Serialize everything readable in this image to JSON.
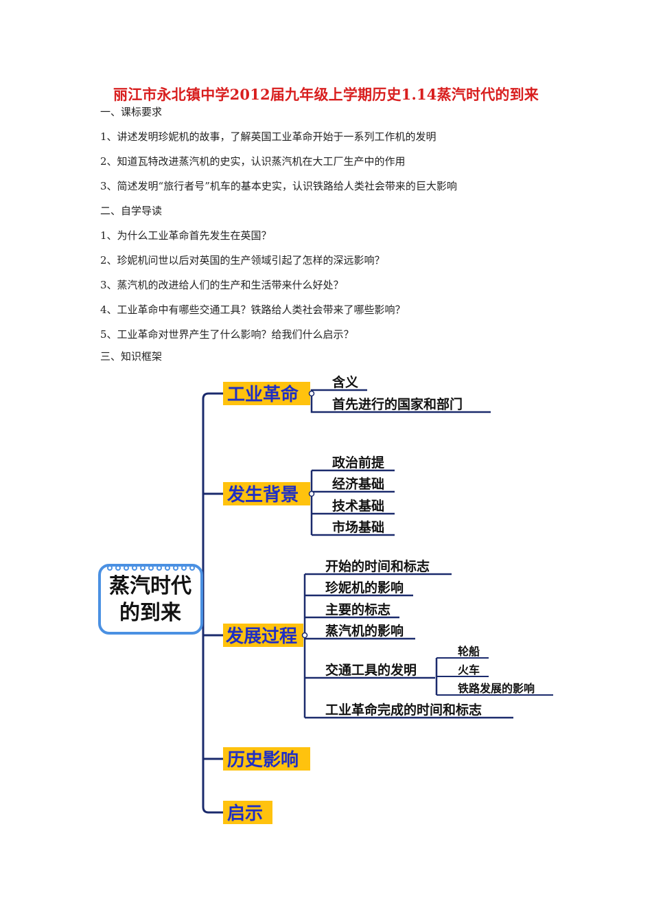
{
  "document": {
    "title": "丽江市永北镇中学2012届九年级上学期历史1.14蒸汽时代的到来",
    "sections": [
      {
        "heading": "一、课标要求",
        "items": [
          "1、讲述发明珍妮机的故事，了解英国工业革命开始于一系列工作机的发明",
          "2、知道瓦特改进蒸汽机的史实，认识蒸汽机在大工厂生产中的作用",
          "3、简述发明“旅行者号”机车的基本史实，认识铁路给人类社会带来的巨大影响"
        ]
      },
      {
        "heading": "二、自学导读",
        "items": [
          "1、为什么工业革命首先发生在英国？",
          "2、珍妮机问世以后对英国的生产领域引起了怎样的深远影响？",
          "3、蒸汽机的改进给人们的生产和生活带来什么好处？",
          "4、工业革命中有哪些交通工具？铁路给人类社会带来了哪些影响？",
          "5、工业革命对世界产生了什么影响？给我们什么启示？"
        ]
      },
      {
        "heading": "三、知识框架",
        "items": []
      }
    ]
  },
  "mindmap": {
    "root": [
      "蒸汽时代",
      "的到来"
    ],
    "colors": {
      "branch_fill": "#ffc20e",
      "branch_text": "#1f2fc4",
      "line": "#1a2a6c",
      "root_border": "#4a90e2"
    },
    "branches": [
      {
        "label": "工业革命",
        "children": [
          "含义",
          "首先进行的国家和部门"
        ]
      },
      {
        "label": "发生背景",
        "children": [
          "政治前提",
          "经济基础",
          "技术基础",
          "市场基础"
        ]
      },
      {
        "label": "发展过程",
        "children": [
          "开始的时间和标志",
          "珍妮机的影响",
          "主要的标志",
          "蒸汽机的影响",
          "交通工具的发明",
          "工业革命完成的时间和标志"
        ],
        "transport": [
          "轮船",
          "火车",
          "铁路发展的影响"
        ]
      },
      {
        "label": "历史影响",
        "children": []
      },
      {
        "label": "启示",
        "children": []
      }
    ]
  }
}
